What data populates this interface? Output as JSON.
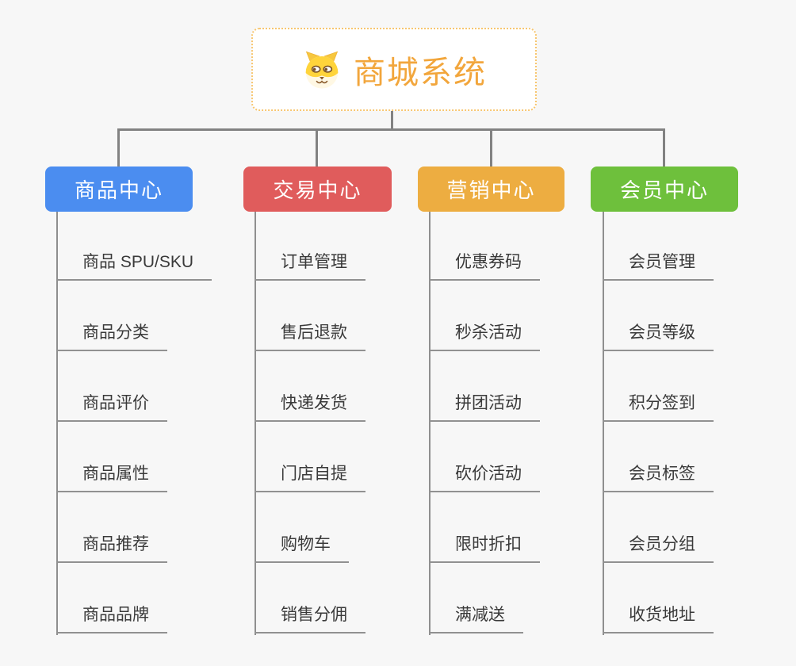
{
  "page": {
    "background": "#F7F7F7",
    "connector_color": "#828282"
  },
  "root": {
    "title": "商城系统",
    "icon": "dog-face-icon",
    "title_color": "#F2A63C",
    "border_color": "#F7C670"
  },
  "branches": [
    {
      "label": "商品中心",
      "color": "#4B8DF0",
      "items": [
        "商品 SPU/SKU",
        "商品分类",
        "商品评价",
        "商品属性",
        "商品推荐",
        "商品品牌"
      ]
    },
    {
      "label": "交易中心",
      "color": "#E05C5C",
      "items": [
        "订单管理",
        "售后退款",
        "快递发货",
        "门店自提",
        "购物车",
        "销售分佣"
      ]
    },
    {
      "label": "营销中心",
      "color": "#EDAD41",
      "items": [
        "优惠券码",
        "秒杀活动",
        "拼团活动",
        "砍价活动",
        "限时折扣",
        "满减送"
      ]
    },
    {
      "label": "会员中心",
      "color": "#6EC03C",
      "items": [
        "会员管理",
        "会员等级",
        "积分签到",
        "会员标签",
        "会员分组",
        "收货地址"
      ]
    }
  ]
}
